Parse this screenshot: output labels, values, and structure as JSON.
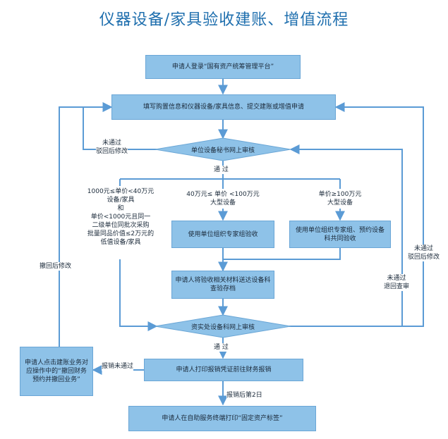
{
  "title": "仪器设备/家具验收建账、增值流程",
  "steps": {
    "login": "申请人登录“国有资产统筹管理平台”",
    "fill": "填写购置信息和仪器设备/家具信息、提交建账或增值申请",
    "secretary_review": "单位设备秘书网上审核",
    "unit_accept": "使用单位组织专家组验收",
    "unit_joint_accept": "使用单位组织专家组、预约设备科共同验收",
    "submit_docs": "申请人将验收相关材料送达设备科查验存档",
    "dept_review": "资实处设备科网上审核",
    "print_voucher": "申请人打印报销凭证前往财务报销",
    "withdraw": "申请人点击建账业务对应操作中的“撤回财务预约并撤回业务”",
    "print_label": "申请人在自助服务终端打印“固定资产标签”"
  },
  "conditions": {
    "low": "1000元≤单价<40万元\n设备/家具\n和\n单价<1000元且同一\n二级单位同批次采购\n批量同品价值≤2万元的\n低值设备/家具",
    "mid": "40万元≤ 单价 <100万元\n大型设备",
    "high": "单价≥100万元\n大型设备"
  },
  "labels": {
    "fail_return_left": "未通过\n驳回后修改",
    "pass_1": "通 过",
    "withdraw_modify": "撤回后修改",
    "fail_return_right": "未通过\n驳回后修改",
    "fail_return_review": "未通过\n退回查审",
    "pass_2": "通 过",
    "reimburse_fail": "报销未通过",
    "next_day": "报销后第2日"
  },
  "colors": {
    "box_fill": "#8ec2e8",
    "box_border": "#6aa6d6",
    "line": "#5b9bd5",
    "title": "#1f6fae"
  }
}
